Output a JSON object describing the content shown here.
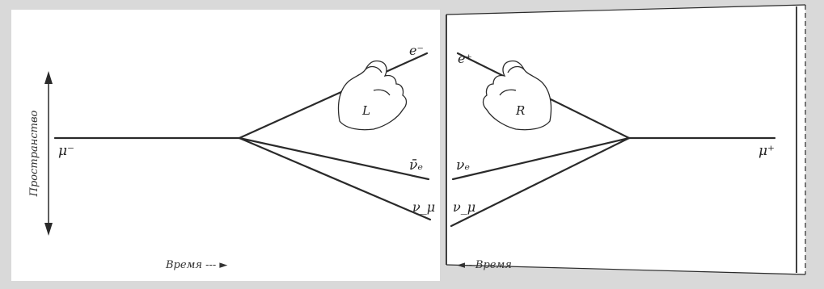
{
  "labels": {
    "muon_minus": "μ⁻",
    "muon_plus": "μ⁺",
    "electron": "e⁻",
    "positron": "e⁺",
    "antinu_e": "ν̄ₑ",
    "nu_mu_left": "ν_μ",
    "nu_e_right": "νₑ",
    "nu_mu_right": "ν_μ",
    "hand_left": "L",
    "hand_right": "R"
  },
  "captions": {
    "space_axis": "Пространство",
    "time_left": "Время --- ►",
    "time_right": "◄-- Время"
  },
  "colors": {
    "background": "#d9d9d9",
    "paper": "#ffffff",
    "ink": "#2a2a2a"
  }
}
